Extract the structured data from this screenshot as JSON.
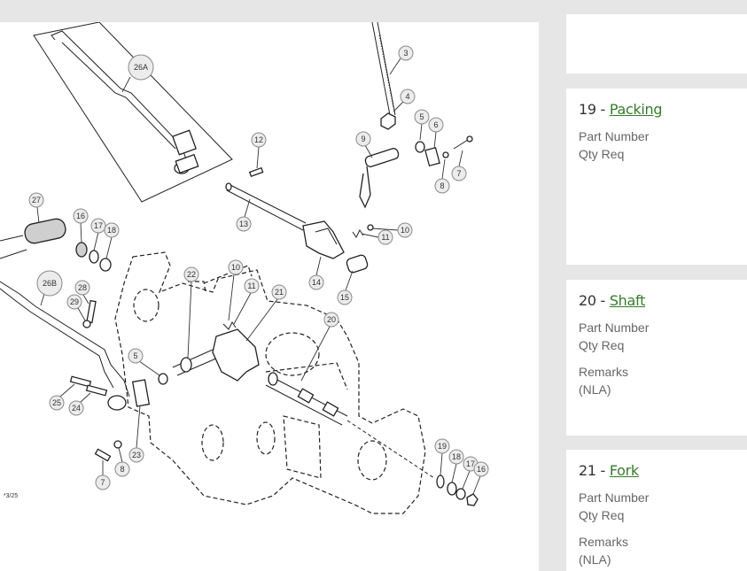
{
  "diagram": {
    "callouts": [
      "26A",
      "3",
      "4",
      "5",
      "6",
      "7",
      "8",
      "9",
      "12",
      "13",
      "14",
      "15",
      "10",
      "11",
      "27",
      "16",
      "17",
      "18",
      "26B",
      "28",
      "29",
      "22",
      "10",
      "11",
      "21",
      "20",
      "5",
      "25",
      "24",
      "23",
      "7",
      "8",
      "19",
      "18",
      "17",
      "16"
    ],
    "corner_label": "*3/25"
  },
  "parts": [
    {
      "number": "19 - ",
      "name": "Packing",
      "part_number_label": "Part Number",
      "qty_label": "Qty Req"
    },
    {
      "number": "20 - ",
      "name": "Shaft",
      "part_number_label": "Part Number",
      "qty_label": "Qty Req",
      "remarks_label": "Remarks",
      "remarks_value": "(NLA)"
    },
    {
      "number": "21 - ",
      "name": "Fork",
      "part_number_label": "Part Number",
      "qty_label": "Qty Req",
      "remarks_label": "Remarks",
      "remarks_value": "(NLA)"
    }
  ]
}
